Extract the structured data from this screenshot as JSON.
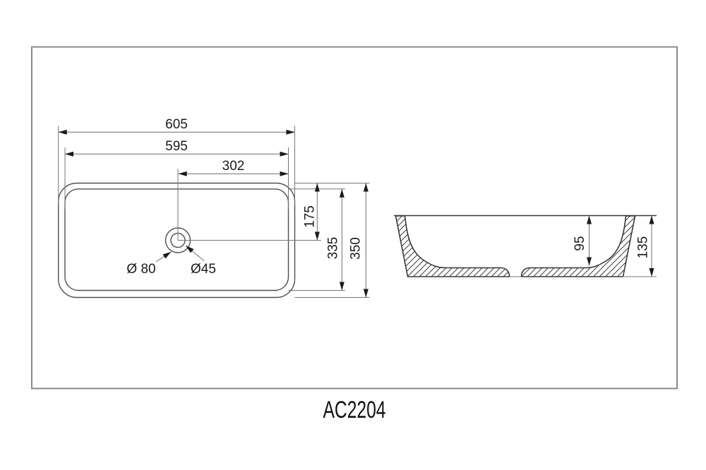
{
  "title": "AC2204",
  "plan_view": {
    "overall_width_mm": "605",
    "rim_width_mm": "595",
    "center_to_edge_mm": "302",
    "rim_to_drain_center_mm": "175",
    "rim_depth_mm": "335",
    "overall_depth_mm": "350",
    "drain_outer_diameter": "Ø 80",
    "drain_hole_diameter": "Ø45"
  },
  "section_view": {
    "bowl_depth_mm": "95",
    "overall_height_mm": "135"
  },
  "colors": {
    "outline": "#4f4f4f",
    "section_outline": "#383838",
    "dimension_lines": "#6f6f6f",
    "text": "#1b1b1b",
    "sheet_border": "#8a8a8a",
    "background": "#ffffff"
  }
}
